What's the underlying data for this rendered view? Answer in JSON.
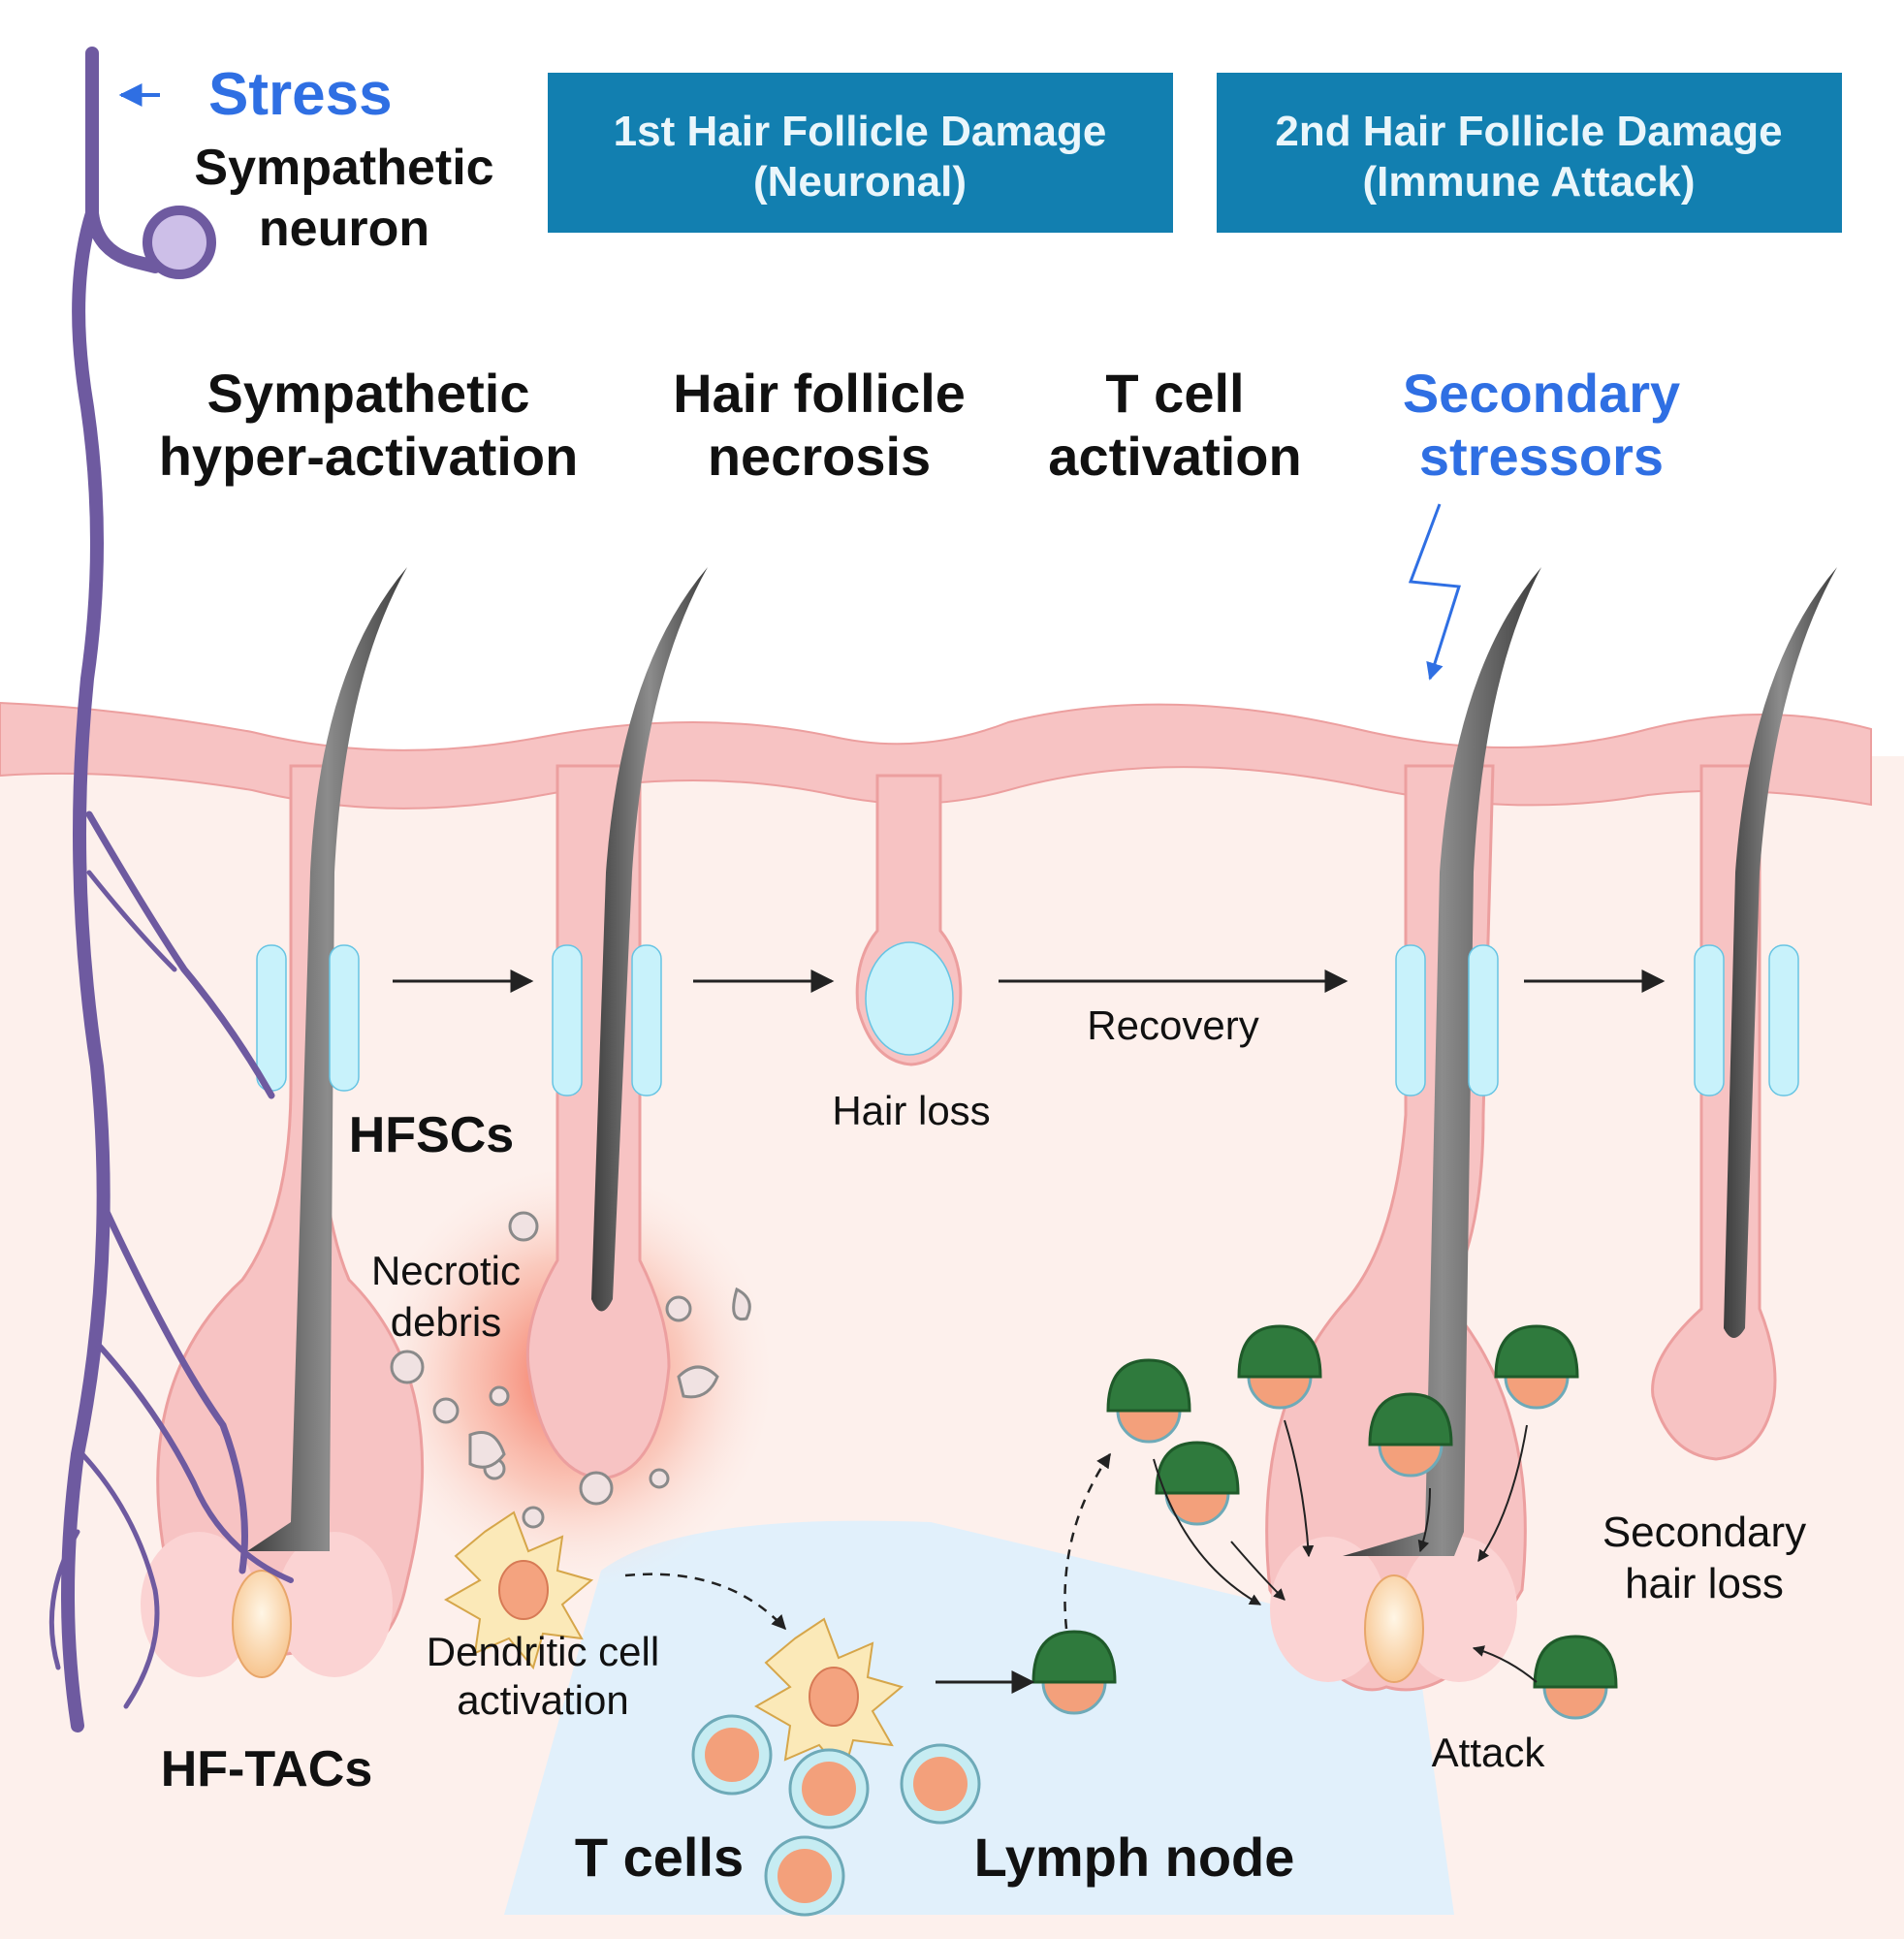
{
  "stress_label": "Stress",
  "neuron_label": [
    "Sympathetic",
    "neuron"
  ],
  "header_boxes": [
    {
      "line1": "1st Hair Follicle Damage",
      "line2": "(Neuronal)"
    },
    {
      "line1": "2nd Hair Follicle Damage",
      "line2": "(Immune Attack)"
    }
  ],
  "stages": [
    {
      "line1": "Sympathetic",
      "line2": "hyper-activation"
    },
    {
      "line1": "Hair follicle",
      "line2": "necrosis"
    },
    {
      "line1": "T cell",
      "line2": "activation"
    },
    {
      "line1": "Secondary",
      "line2": "stressors"
    }
  ],
  "labels": {
    "hfscs": "HFSCs",
    "hf_tacs": "HF-TACs",
    "necrotic_debris": [
      "Necrotic",
      "debris"
    ],
    "hair_loss": "Hair loss",
    "recovery": "Recovery",
    "dendritic": [
      "Dendritic cell",
      "activation"
    ],
    "t_cells": "T cells",
    "lymph_node": "Lymph node",
    "secondary_hair_loss": [
      "Secondary",
      "hair loss"
    ],
    "attack": "Attack"
  },
  "colors": {
    "blue_text": "#2f6fe3",
    "box_fill": "#127fb0",
    "nerve": "#6e5aa0",
    "skin": "#f7c3c3",
    "hair": "#5a5a5a"
  }
}
